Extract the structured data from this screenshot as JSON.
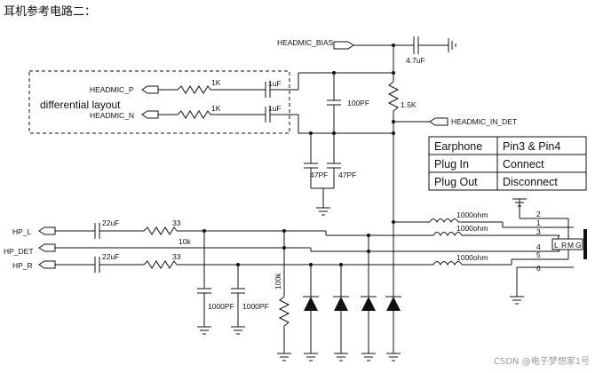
{
  "title": "耳机参考电路二：",
  "nets": {
    "headmic_bias": "HEADMIC_BIAS",
    "headmic_p": "HEADMIC_P",
    "headmic_n": "HEADMIC_N",
    "headmic_in_det": "HEADMIC_IN_DET",
    "hp_l": "HP_L",
    "hp_det": "HP_DET",
    "hp_r": "HP_R"
  },
  "note": "differential layout",
  "components": {
    "c_bias": "4.7uF",
    "r_p": "1K",
    "r_n": "1K",
    "c_p": "1uF",
    "c_n": "1uF",
    "c_100pf": "100PF",
    "r_bias": "1.5K",
    "c_47pf_a": "47PF",
    "c_47pf_b": "47PF",
    "c_hpl": "22uF",
    "c_hpr": "22uF",
    "r_hpl": "33",
    "r_hpr": "33",
    "r_det": "10k",
    "c_1000pf_a": "1000PF",
    "c_1000pf_b": "1000PF",
    "r_100k": "100k",
    "fb_1": "1000ohm",
    "fb_2": "1000ohm",
    "fb_3": "1000ohm"
  },
  "pins": [
    "2",
    "1",
    "3",
    "4",
    "5",
    "6"
  ],
  "jack_letters": [
    "L",
    "R",
    "M",
    "G"
  ],
  "table": {
    "headers": [
      "Earphone",
      "Pin3 & Pin4"
    ],
    "rows": [
      [
        "Plug In",
        "Connect"
      ],
      [
        "Plug Out",
        "Disconnect"
      ]
    ]
  },
  "watermark": "CSDN @电子梦想家1号"
}
